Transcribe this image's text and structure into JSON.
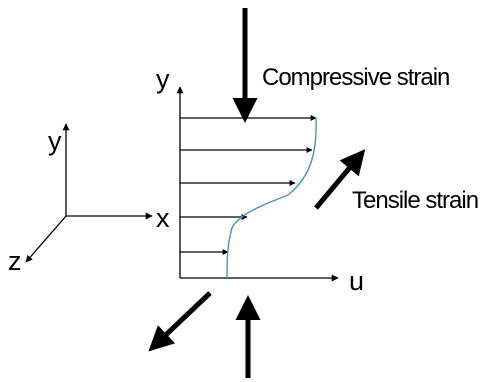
{
  "labels": {
    "compressive": "Compressive strain",
    "tensile": "Tensile strain",
    "profile_y": "y",
    "profile_u": "u",
    "axes_y": "y",
    "axes_x": "x",
    "axes_z": "z"
  },
  "colors": {
    "stroke": "#000000",
    "profile_curve": "#4a90b8",
    "background": "#ffffff"
  }
}
